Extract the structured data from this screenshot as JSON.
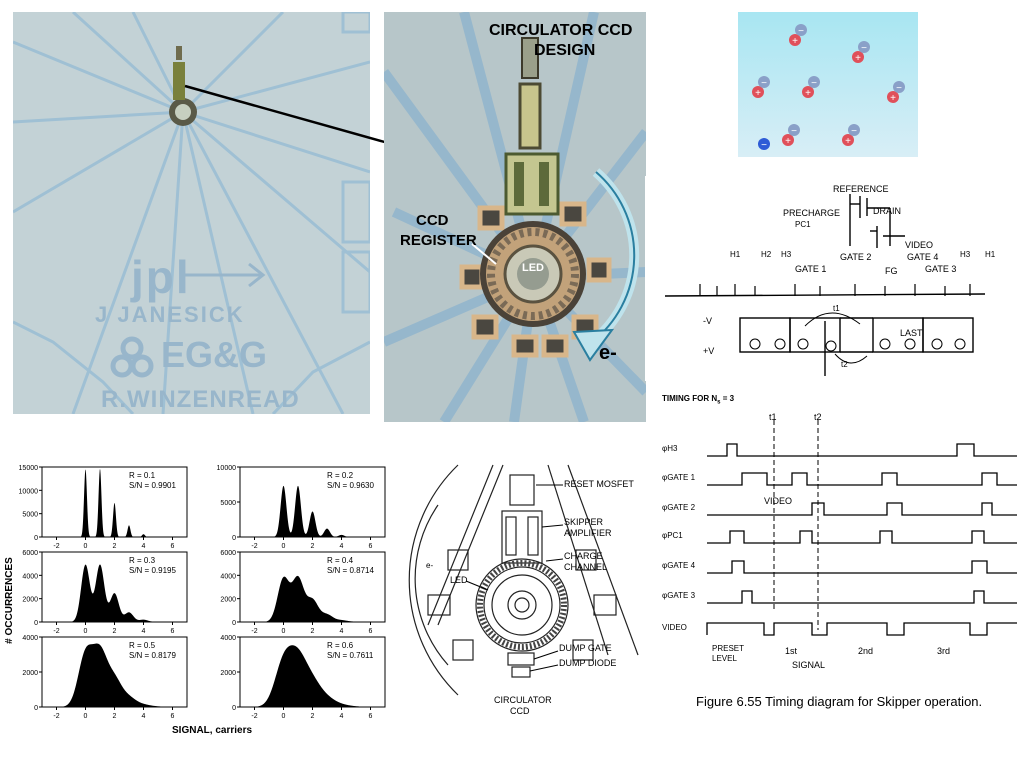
{
  "chip_photo": {
    "logo": "jpl",
    "name": "J JANESICK",
    "company": "EG&G",
    "author": "R.WINZENREAD"
  },
  "circulator_photo": {
    "title_line1": "CIRCULATOR CCD",
    "title_line2": "DESIGN",
    "register_line1": "CCD",
    "register_line2": "REGISTER",
    "led": "LED",
    "electron": "e-"
  },
  "charges_panel": {
    "plus": "+",
    "minus": "−"
  },
  "skipper_schematic": {
    "reference": "REFERENCE",
    "precharge": "PRECHARGE",
    "pc1": "PC1",
    "drain": "DRAIN",
    "video": "VIDEO",
    "h1": "H1",
    "h2": "H2",
    "h3": "H3",
    "gate1": "GATE 1",
    "gate2": "GATE 2",
    "fg": "FG",
    "gate4": "GATE 4",
    "gate3": "GATE 3",
    "last": "LAST",
    "vg_minus": "-V",
    "vg_plus": "+V",
    "t1": "t1",
    "t2": "t2"
  },
  "timing": {
    "heading": "TIMING FOR N",
    "heading_sub": "s",
    "heading_value": "= 3",
    "t1": "t1",
    "t2": "t2",
    "signals": [
      "H3",
      "GATE 1",
      "GATE 2",
      "PC1",
      "GATE 4",
      "GATE 3",
      "VIDEO"
    ],
    "video_label": "VIDEO",
    "preset_line1": "PRESET",
    "preset_line2": "LEVEL",
    "first": "1st",
    "second": "2nd",
    "third": "3rd",
    "signal": "SIGNAL",
    "caption": "Figure 6.55  Timing diagram for Skipper operation."
  },
  "circulator_drawing": {
    "reset": "RESET MOSFET",
    "skipper1": "SKIPPER",
    "skipper2": "AMPLIFIER",
    "charge1": "CHARGE",
    "charge2": "CHANNEL",
    "led": "LED",
    "dump_gate": "DUMP GATE",
    "dump_diode": "DUMP DIODE",
    "caption1": "CIRCULATOR",
    "caption2": "CCD",
    "electron": "e-"
  },
  "chart_data": [
    {
      "type": "area",
      "R": "R = 0.1",
      "SN": "S/N = 0.9901",
      "yticks": [
        "15000",
        "10000",
        "5000",
        "0"
      ],
      "ylim": [
        0,
        15000
      ],
      "xlim": [
        -3,
        7
      ],
      "x": [
        -2,
        0,
        2,
        4,
        6
      ],
      "peaks": [
        [
          0,
          14500
        ],
        [
          1,
          14600
        ],
        [
          2,
          7300
        ],
        [
          3,
          2500
        ],
        [
          4,
          600
        ],
        [
          5,
          100
        ]
      ],
      "sigma": 0.1
    },
    {
      "type": "area",
      "R": "R = 0.2",
      "SN": "S/N = 0.9630",
      "yticks": [
        "10000",
        "5000",
        "0"
      ],
      "ylim": [
        0,
        10000
      ],
      "xlim": [
        -3,
        7
      ],
      "x": [
        -2,
        0,
        2,
        4,
        6
      ],
      "peaks": [
        [
          0,
          7300
        ],
        [
          1,
          7300
        ],
        [
          2,
          3650
        ],
        [
          3,
          1200
        ],
        [
          4,
          300
        ],
        [
          5,
          60
        ]
      ],
      "sigma": 0.2
    },
    {
      "type": "area",
      "R": "R = 0.3",
      "SN": "S/N = 0.9195",
      "yticks": [
        "6000",
        "4000",
        "2000",
        "0"
      ],
      "ylim": [
        0,
        6000
      ],
      "xlim": [
        -3,
        7
      ],
      "x": [
        -2,
        0,
        2,
        4,
        6
      ],
      "peaks": [
        [
          0,
          4900
        ],
        [
          1,
          4900
        ],
        [
          2,
          2450
        ],
        [
          3,
          820
        ],
        [
          4,
          200
        ],
        [
          5,
          40
        ]
      ],
      "sigma": 0.3
    },
    {
      "type": "area",
      "R": "R = 0.4",
      "SN": "S/N = 0.8714",
      "yticks": [
        "6000",
        "4000",
        "2000",
        "0"
      ],
      "ylim": [
        0,
        6000
      ],
      "xlim": [
        -3,
        7
      ],
      "x": [
        -2,
        0,
        2,
        4,
        6
      ],
      "peaks": [
        [
          0,
          3700
        ],
        [
          1,
          3700
        ],
        [
          2,
          1850
        ],
        [
          3,
          620
        ],
        [
          4,
          150
        ],
        [
          5,
          30
        ]
      ],
      "sigma": 0.4
    },
    {
      "type": "area",
      "R": "R = 0.5",
      "SN": "S/N = 0.8179",
      "yticks": [
        "4000",
        "2000",
        "0"
      ],
      "ylim": [
        0,
        4000
      ],
      "xlim": [
        -3,
        7
      ],
      "x": [
        -2,
        0,
        2,
        4,
        6
      ],
      "peaks": [
        [
          0,
          2950
        ],
        [
          1,
          2950
        ],
        [
          2,
          1470
        ],
        [
          3,
          490
        ],
        [
          4,
          120
        ],
        [
          5,
          25
        ]
      ],
      "sigma": 0.5
    },
    {
      "type": "area",
      "R": "R = 0.6",
      "SN": "S/N = 0.7611",
      "yticks": [
        "4000",
        "2000",
        "0"
      ],
      "ylim": [
        0,
        4000
      ],
      "xlim": [
        -3,
        7
      ],
      "x": [
        -2,
        0,
        2,
        4,
        6
      ],
      "peaks": [
        [
          0,
          2450
        ],
        [
          1,
          2450
        ],
        [
          2,
          1220
        ],
        [
          3,
          410
        ],
        [
          4,
          100
        ],
        [
          5,
          20
        ]
      ],
      "sigma": 0.6
    }
  ],
  "histogram_labels": {
    "ylabel": "# OCCURRENCES",
    "xlabel": "SIGNAL, carriers"
  }
}
